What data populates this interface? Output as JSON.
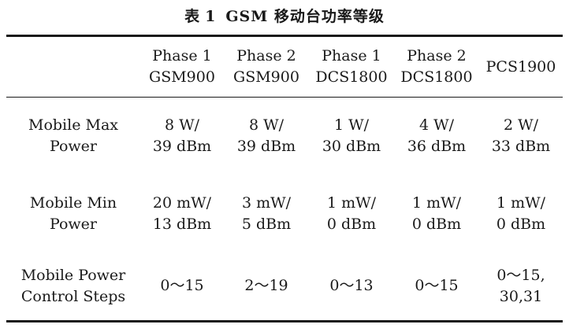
{
  "caption": {
    "prefix": "表",
    "number": "1",
    "title": "GSM 移动台功率等级"
  },
  "table": {
    "header": [
      "",
      [
        "Phase 1",
        "GSM900"
      ],
      [
        "Phase 2",
        "GSM900"
      ],
      [
        "Phase 1",
        "DCS1800"
      ],
      [
        "Phase 2",
        "DCS1800"
      ],
      [
        "PCS1900"
      ]
    ],
    "rows": [
      {
        "label": [
          "Mobile Max",
          "Power"
        ],
        "cells": [
          [
            "8 W/",
            "39 dBm"
          ],
          [
            "8 W/",
            "39 dBm"
          ],
          [
            "1 W/",
            "30 dBm"
          ],
          [
            "4 W/",
            "36 dBm"
          ],
          [
            "2 W/",
            "33 dBm"
          ]
        ]
      },
      {
        "label": [
          "Mobile Min",
          "Power"
        ],
        "cells": [
          [
            "20 mW/",
            "13 dBm"
          ],
          [
            "3 mW/",
            "5 dBm"
          ],
          [
            "1 mW/",
            "0 dBm"
          ],
          [
            "1 mW/",
            "0 dBm"
          ],
          [
            "1 mW/",
            "0 dBm"
          ]
        ]
      },
      {
        "label": [
          "Mobile Power",
          "Control Steps"
        ],
        "cells": [
          [
            "0～15"
          ],
          [
            "2～19"
          ],
          [
            "0～13"
          ],
          [
            "0～15"
          ],
          [
            "0～15,",
            "30,31"
          ]
        ]
      }
    ]
  }
}
